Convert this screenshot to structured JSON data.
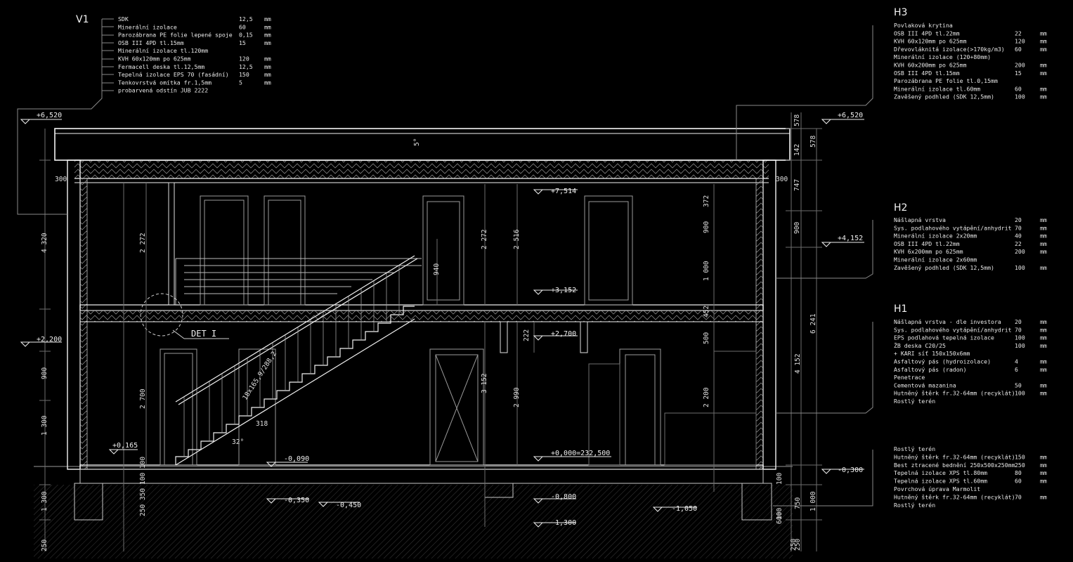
{
  "legends": {
    "v1": {
      "title": "V1",
      "rows": [
        {
          "label": "SDK",
          "value": "12,5",
          "unit": "mm"
        },
        {
          "label": "Minerální izolace",
          "value": "60",
          "unit": "mm"
        },
        {
          "label": "Parozábrana PE folie lepené spoje",
          "value": "0,15",
          "unit": "mm"
        },
        {
          "label": "OSB III 4PD tl.15mm",
          "value": "15",
          "unit": "mm"
        },
        {
          "label": "Minerální izolace tl.120mm",
          "value": "",
          "unit": ""
        },
        {
          "label": "KVH 60x120mm po 625mm",
          "value": "120",
          "unit": "mm"
        },
        {
          "label": "Fermacell deska tl.12,5mm",
          "value": "12,5",
          "unit": "mm"
        },
        {
          "label": "Tepelná izolace EPS 70 (fasádní)",
          "value": "150",
          "unit": "mm"
        },
        {
          "label": "Tenkovrstvá omítka fr.1,5mm",
          "value": "5",
          "unit": "mm"
        },
        {
          "label": "probarvená odstín JUB 2222",
          "value": "",
          "unit": ""
        }
      ]
    },
    "h3": {
      "title": "H3",
      "rows": [
        {
          "label": "Povlaková krytina",
          "value": "",
          "unit": ""
        },
        {
          "label": "OSB III 4PD tl.22mm",
          "value": "22",
          "unit": "mm"
        },
        {
          "label": "KVH 60x120mm po 625mm",
          "value": "120",
          "unit": "mm"
        },
        {
          "label": "Dřevovláknitá izolace(>170kg/m3)",
          "value": "60",
          "unit": "mm"
        },
        {
          "label": "Minerální izolace (120+80mm)",
          "value": "",
          "unit": ""
        },
        {
          "label": "KVH 60x200mm po 625mm",
          "value": "200",
          "unit": "mm"
        },
        {
          "label": "OSB III 4PD tl.15mm",
          "value": "15",
          "unit": "mm"
        },
        {
          "label": "Parozábrana PE folie tl.0,15mm",
          "value": "",
          "unit": ""
        },
        {
          "label": "Minerální izolace tl.60mm",
          "value": "60",
          "unit": "mm"
        },
        {
          "label": "Zavěšený podhled (SDK 12,5mm)",
          "value": "100",
          "unit": "mm"
        }
      ]
    },
    "h2": {
      "title": "H2",
      "rows": [
        {
          "label": "Nášlapná vrstva",
          "value": "20",
          "unit": "mm"
        },
        {
          "label": "Sys. podlahového vytápění/anhydrit",
          "value": "70",
          "unit": "mm"
        },
        {
          "label": "Minerální izolace 2x20mm",
          "value": "40",
          "unit": "mm"
        },
        {
          "label": "OSB III 4PD tl.22mm",
          "value": "22",
          "unit": "mm"
        },
        {
          "label": "KVH 6x200mm po 625mm",
          "value": "200",
          "unit": "mm"
        },
        {
          "label": "Minerální izolace 2x60mm",
          "value": "",
          "unit": ""
        },
        {
          "label": "Zavěšený podhled (SDK 12,5mm)",
          "value": "100",
          "unit": "mm"
        }
      ]
    },
    "h1": {
      "title": "H1",
      "rows": [
        {
          "label": "Nášlapná vrstva - dle investora",
          "value": "20",
          "unit": "mm"
        },
        {
          "label": "Sys. podlahového vytápění/anhydrit",
          "value": "70",
          "unit": "mm"
        },
        {
          "label": "EPS podlahová tepelná izolace",
          "value": "100",
          "unit": "mm"
        },
        {
          "label": "ŽB deska C20/25",
          "value": "100",
          "unit": "mm"
        },
        {
          "label": "+ KARI síť 150x150x6mm",
          "value": "",
          "unit": ""
        },
        {
          "label": "Asfaltový pás (hydroizolace)",
          "value": "4",
          "unit": "mm"
        },
        {
          "label": "Asfaltový pás (radon)",
          "value": "6",
          "unit": "mm"
        },
        {
          "label": "Penetrace",
          "value": "",
          "unit": ""
        },
        {
          "label": "Cementová mazanina",
          "value": "50",
          "unit": "mm"
        },
        {
          "label": "Hutněný štěrk fr.32-64mm (recyklát)",
          "value": "100",
          "unit": "mm"
        },
        {
          "label": "Rostlý terén",
          "value": "",
          "unit": ""
        }
      ]
    },
    "foundation": {
      "rows": [
        {
          "label": "Rostlý terén",
          "value": "",
          "unit": ""
        },
        {
          "label": "Hutněný štěrk fr.32-64mm (recyklát)",
          "value": "150",
          "unit": "mm"
        },
        {
          "label": "Best ztracené bednění 250x500x250mm",
          "value": "250",
          "unit": "mm"
        },
        {
          "label": "Tepelná izolace XPS tl.80mm",
          "value": "80",
          "unit": "mm"
        },
        {
          "label": "Tepelná izolace XPS tl.60mm",
          "value": "60",
          "unit": "mm"
        },
        {
          "label": "Povrchová úprava Marmolit",
          "value": "",
          "unit": ""
        },
        {
          "label": "Hutněný štěrk fr.32-64mm (recyklát)",
          "value": "70",
          "unit": "mm"
        },
        {
          "label": "Rostlý terén",
          "value": "",
          "unit": ""
        }
      ]
    }
  },
  "levels": {
    "l6520_left": "+6,520",
    "l6520_right": "+6,520",
    "l7514": "+7,514",
    "l4152": "+4,152",
    "l3152": "+3,152",
    "l2700": "+2,700",
    "l2200": "+2,200",
    "l0165": "+0,165",
    "l0000": "+0,000=232,500",
    "m0090": "-0,090",
    "m0300": "-0,300",
    "m0350": "-0,350",
    "m0450": "-0,450",
    "m0800": "-0,800",
    "m1050": "-1,050",
    "m1300": "-1,300"
  },
  "labels": {
    "det": "DET I",
    "stair": "18x165,9/288,2",
    "slope": "5°",
    "angle": "32°",
    "tread": "318"
  },
  "dimensions": {
    "left": [
      "4 320",
      "900",
      "1 300",
      "1 300",
      "250",
      "250 350",
      "100 100",
      "2 700",
      "2 272",
      "300",
      "300"
    ],
    "mid": [
      "940",
      "2 272",
      "2 516",
      "3 152",
      "2 990",
      "222"
    ],
    "right_inner": [
      "372",
      "900",
      "1 000",
      "452",
      "500",
      "2 200",
      "100",
      "600",
      "100",
      "250"
    ],
    "right_a": [
      "578",
      "142",
      "747",
      "900"
    ],
    "right_b": [
      "578",
      "6 241",
      "4 152",
      "750",
      "1 000",
      "250"
    ]
  }
}
